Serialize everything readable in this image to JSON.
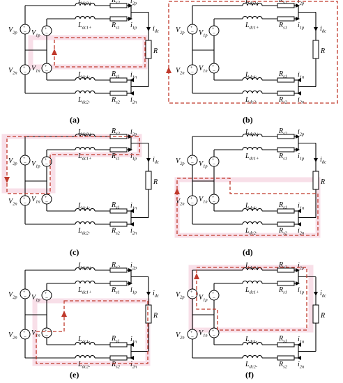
{
  "colors": {
    "current_path": "#c0392b",
    "highlight": "#f2c4d6",
    "wire": "#000000"
  },
  "labels": {
    "V2p": {
      "main": "V",
      "sub": "2p"
    },
    "V1p": {
      "main": "V",
      "sub": "1p"
    },
    "V1n": {
      "main": "V",
      "sub": "1n"
    },
    "V2n": {
      "main": "V",
      "sub": "2n"
    },
    "Ldc2p": {
      "main": "L",
      "sub": "dc2+"
    },
    "Ldc1p": {
      "main": "L",
      "sub": "dc1+"
    },
    "Ldc1n": {
      "main": "L",
      "sub": "dc1-"
    },
    "Ldc2n": {
      "main": "L",
      "sub": "dc2-"
    },
    "Rs2": {
      "main": "R",
      "sub": "s2"
    },
    "Rs1": {
      "main": "R",
      "sub": "s1"
    },
    "i2p": {
      "main": "i",
      "sub": "2p"
    },
    "i1p": {
      "main": "i",
      "sub": "1p"
    },
    "i1n": {
      "main": "i",
      "sub": "1n"
    },
    "i2n": {
      "main": "i",
      "sub": "2n"
    },
    "idc": {
      "main": "i",
      "sub": "dc"
    },
    "R": "R"
  },
  "panels": [
    {
      "id": "a",
      "caption": "(a)"
    },
    {
      "id": "b",
      "caption": "(b)"
    },
    {
      "id": "c",
      "caption": "(c)"
    },
    {
      "id": "d",
      "caption": "(d)"
    },
    {
      "id": "e",
      "caption": "(e)"
    },
    {
      "id": "f",
      "caption": "(f)"
    }
  ]
}
